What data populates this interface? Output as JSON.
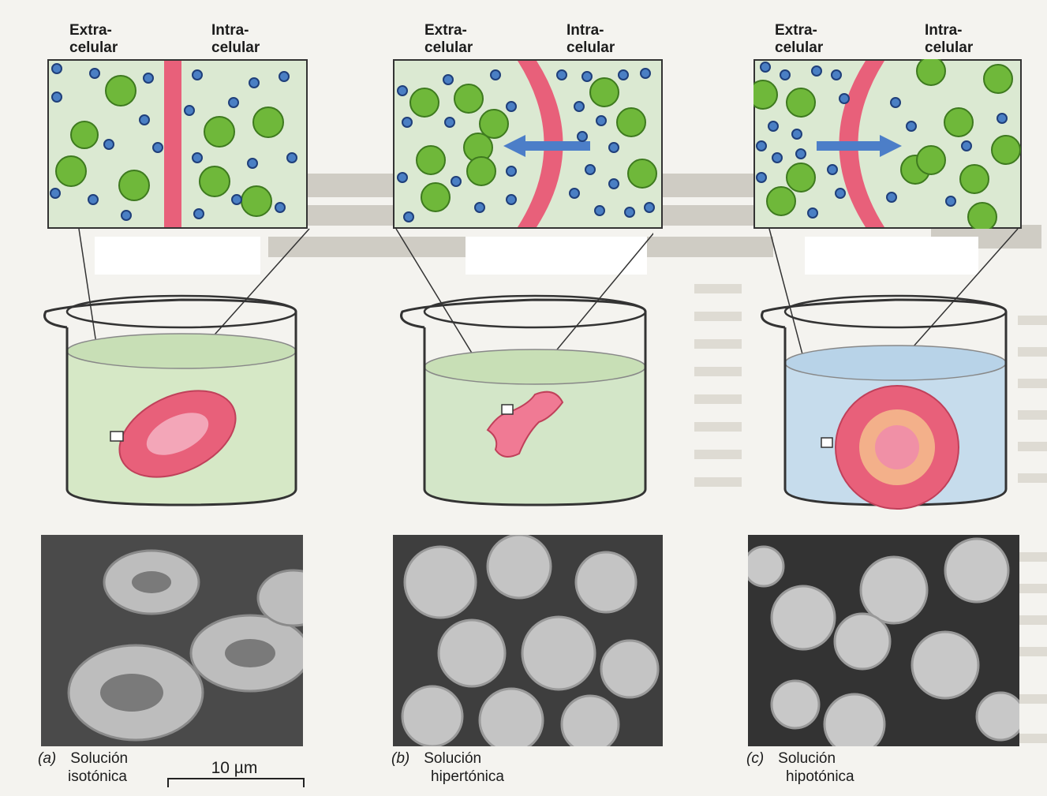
{
  "labels": {
    "extra": [
      "Extra-",
      "celular"
    ],
    "intra": [
      "Intra-",
      "celular"
    ]
  },
  "panels": [
    {
      "letter": "(a)",
      "caption_1": "Solución",
      "caption_2": "isotónica"
    },
    {
      "letter": "(b)",
      "caption_1": "Solución",
      "caption_2": "hipertónica"
    },
    {
      "letter": "(c)",
      "caption_1": "Solución",
      "caption_2": "hipotónica"
    }
  ],
  "scale_bar": "10 µm",
  "colors": {
    "membrane": "#e8607a",
    "solute_large": "#6fb83a",
    "solute_small": "#4a7fc4",
    "solution_green": "#d9ead0",
    "solution_blue": "#c6dcec",
    "arrow": "#4c7ec8"
  }
}
